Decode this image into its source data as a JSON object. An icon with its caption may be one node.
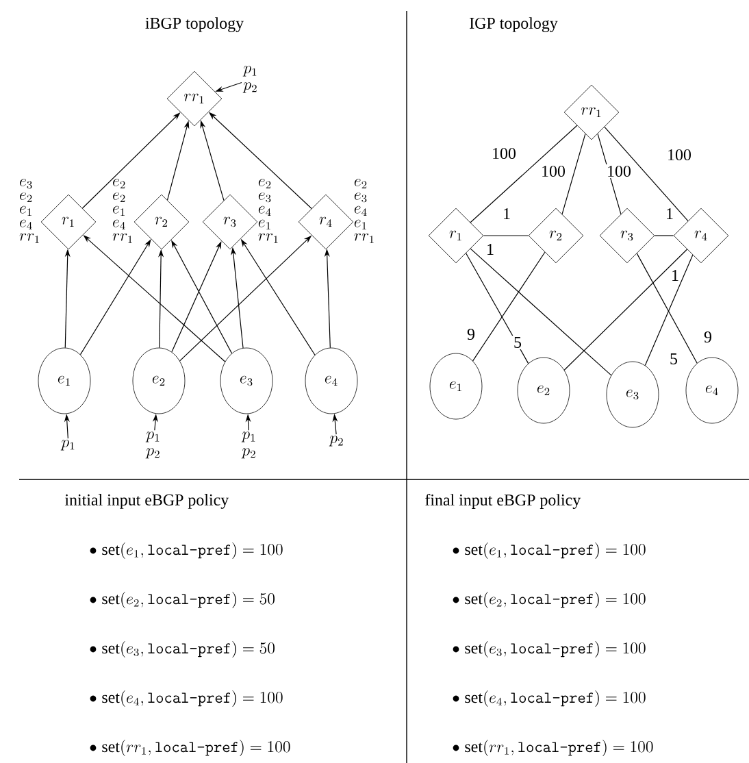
{
  "diagram": {
    "nodes": [
      {
        "text": [
          "rr_1"
        ]
      },
      {
        "text": [
          "r_1"
        ],
        "beside": [
          "e_3",
          "e_2",
          "e_1",
          "e_4",
          "rr_1"
        ]
      },
      {
        "text": [
          "r_2"
        ],
        "beside": [
          "e_2",
          "e_2",
          "e_1",
          "e_4",
          "rr_1"
        ]
      },
      {
        "text": [
          "r_3"
        ],
        "beside": [
          "e_2",
          "e_3",
          "e_4",
          "e_1",
          "rr_1"
        ]
      },
      {
        "text": [
          "r_4"
        ],
        "beside": [
          "e_2",
          "e_3",
          "e_4",
          "e_1",
          "rr_1"
        ]
      },
      {
        "text": [
          "e_1"
        ]
      },
      {
        "text": [
          "e_2"
        ]
      },
      {
        "text": [
          "e_3"
        ]
      },
      {
        "text": [
          "e_4"
        ]
      },
      {
        "text": [
          "p_1",
          "p_2"
        ]
      },
      {
        "text": [
          "p_1"
        ]
      },
      {
        "text": [
          "p_1",
          "p_2"
        ]
      },
      {
        "text": [
          "p_1",
          "p_2"
        ]
      },
      {
        "text": [
          "p_2"
        ]
      },
      {
        "text": [
          "rr_1"
        ]
      },
      {
        "text": [
          "r_1"
        ]
      },
      {
        "text": [
          "r_2"
        ]
      },
      {
        "text": [
          "r_3"
        ]
      },
      {
        "text": [
          "r_4"
        ]
      },
      {
        "text": [
          "e_1"
        ]
      },
      {
        "text": [
          "e_2"
        ]
      },
      {
        "text": [
          "e_3"
        ]
      },
      {
        "text": [
          "e_4"
        ]
      }
    ],
    "edges": [
      {
        "from": 5,
        "to": 1,
        "arrow": "to"
      },
      {
        "from": 5,
        "to": 2,
        "arrow": "to"
      },
      {
        "from": 6,
        "to": 2,
        "arrow": "to"
      },
      {
        "from": 6,
        "to": 3,
        "arrow": "to"
      },
      {
        "from": 6,
        "to": 4,
        "arrow": "to"
      },
      {
        "from": 7,
        "to": 1,
        "arrow": "to"
      },
      {
        "from": 7,
        "to": 2,
        "arrow": "to"
      },
      {
        "from": 7,
        "to": 3,
        "arrow": "to"
      },
      {
        "from": 8,
        "to": 3,
        "arrow": "to"
      },
      {
        "from": 8,
        "to": 4,
        "arrow": "to"
      },
      {
        "from": 1,
        "to": 0,
        "arrow": "to"
      },
      {
        "from": 2,
        "to": 0,
        "arrow": "to"
      },
      {
        "from": 3,
        "to": 0,
        "arrow": "to"
      },
      {
        "from": 4,
        "to": 0,
        "arrow": "to"
      },
      {
        "from": 9,
        "to": 0,
        "arrow": "to"
      },
      {
        "from": 10,
        "to": 5,
        "arrow": "to"
      },
      {
        "from": 11,
        "to": 6,
        "arrow": "to"
      },
      {
        "from": 12,
        "to": 7,
        "arrow": "to"
      },
      {
        "from": 13,
        "to": 8,
        "arrow": "to"
      },
      {
        "from": 14,
        "to": 15,
        "arrow": "none",
        "label": "100"
      },
      {
        "from": 14,
        "to": 16,
        "arrow": "none",
        "label": "100"
      },
      {
        "from": 14,
        "to": 17,
        "arrow": "none",
        "label": "100"
      },
      {
        "from": 14,
        "to": 18,
        "arrow": "none",
        "label": "100"
      },
      {
        "from": 15,
        "to": 16,
        "arrow": "none",
        "label": "1"
      },
      {
        "from": 17,
        "to": 18,
        "arrow": "none",
        "label": "1"
      },
      {
        "from": 15,
        "to": 20,
        "arrow": "none",
        "label": "5"
      },
      {
        "from": 15,
        "to": 21,
        "arrow": "none",
        "label": "1"
      },
      {
        "from": 16,
        "to": 19,
        "arrow": "none",
        "label": "9"
      },
      {
        "from": 18,
        "to": 20,
        "arrow": "none",
        "label": "1"
      },
      {
        "from": 18,
        "to": 21,
        "arrow": "none",
        "label": "5"
      },
      {
        "from": 17,
        "to": 22,
        "arrow": "none",
        "label": "9"
      }
    ],
    "labels": [
      "iBGP topology",
      "IGP topology",
      "initial input eBGP policy",
      "\\mathrm{set}(e_1,\\texttt{local-pref}) = 100",
      "\\mathrm{set}(e_2,\\texttt{local-pref}) = 50",
      "\\mathrm{set}(e_3,\\texttt{local-pref}) = 50",
      "\\mathrm{set}(e_4,\\texttt{local-pref}) = 100",
      "\\mathrm{set}(rr_1,\\texttt{local-pref}) = 100",
      "final input eBGP policy",
      "\\mathrm{set}(e_1,\\texttt{local-pref}) = 100",
      "\\mathrm{set}(e_2,\\texttt{local-pref}) = 100",
      "\\mathrm{set}(e_3,\\texttt{local-pref}) = 100",
      "\\mathrm{set}(e_4,\\texttt{local-pref}) = 100",
      "\\mathrm{set}(rr_1,\\texttt{local-pref}) = 100"
    ]
  }
}
